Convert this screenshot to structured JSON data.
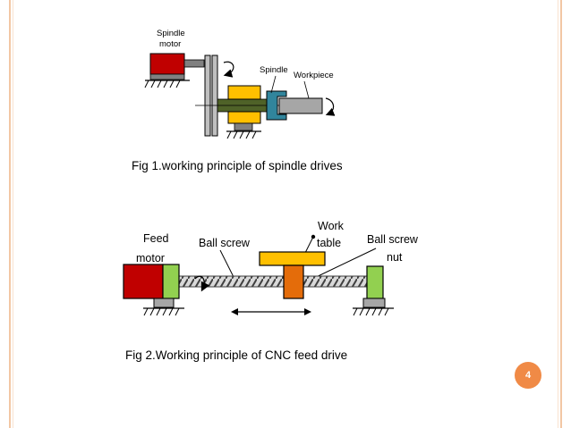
{
  "figure1": {
    "labels": {
      "spindle_motor_1": "Spindle",
      "spindle_motor_2": "motor",
      "spindle": "Spindle",
      "workpiece": "Workpiece"
    },
    "caption": "Fig 1.working principle of spindle drives"
  },
  "figure2": {
    "labels": {
      "feed_motor_1": "Feed",
      "feed_motor_2": "motor",
      "ball_screw": "Ball screw",
      "work_table_1": "Work",
      "work_table_2": "table",
      "ball_screw_nut_1": "Ball screw",
      "ball_screw_nut_2": "nut"
    },
    "caption": "Fig 2.Working principle of CNC feed drive"
  },
  "page_number": "4",
  "colors": {
    "motor": "#c00000",
    "coupling": "#92d050",
    "bearing": "#ffc000",
    "spindle_shaft": "#4f6228",
    "chuck": "#31859c",
    "workpiece": "#a6a6a6",
    "nut": "#e46c0a",
    "accent": "#f08a46"
  }
}
